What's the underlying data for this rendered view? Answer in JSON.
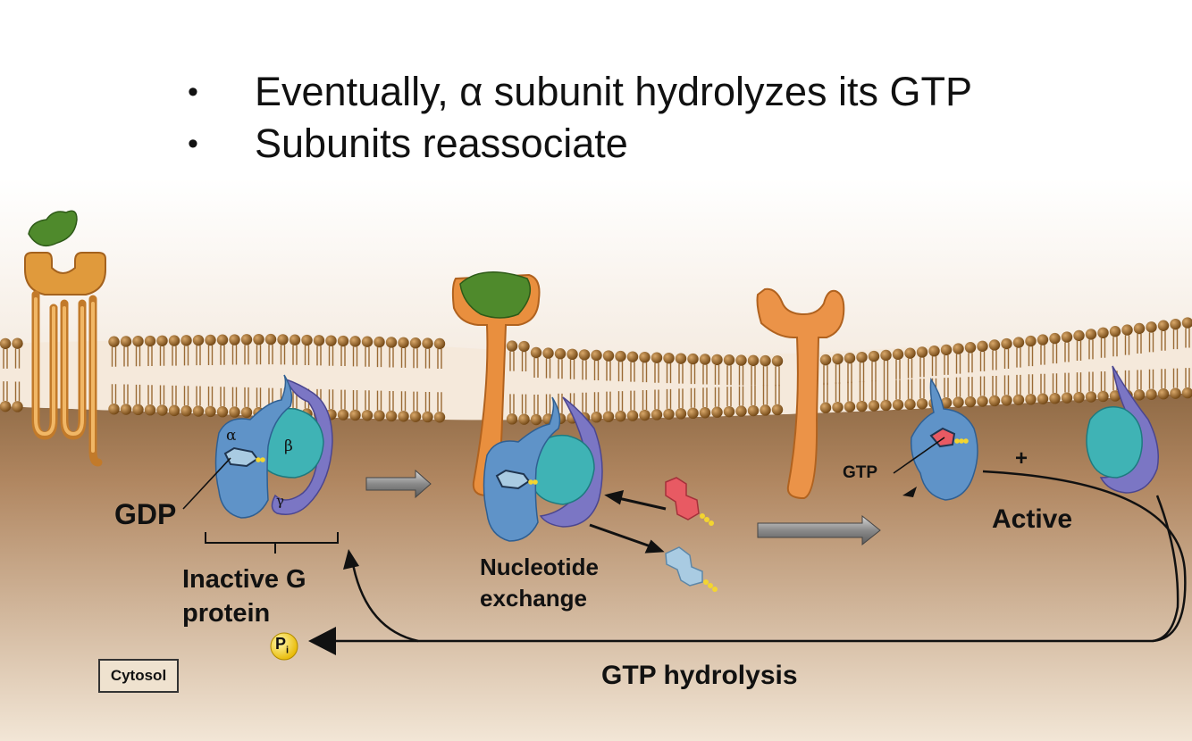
{
  "bullets": [
    "Eventually, α subunit hydrolyzes its GTP",
    "Subunits reassociate"
  ],
  "labels": {
    "gdp": "GDP",
    "inactive_line1": "Inactive G",
    "inactive_line2": "protein",
    "nucleotide_line1": "Nucleotide",
    "nucleotide_line2": "exchange",
    "gtp": "GTP",
    "plus": "+",
    "active": "Active",
    "hydrolysis": "GTP hydrolysis",
    "cytosol": "Cytosol",
    "pi_main": "P",
    "pi_sub": "i",
    "alpha": "α",
    "beta": "β",
    "gamma": "γ"
  },
  "colors": {
    "membrane_head": "#8a5a20",
    "membrane_band": "#f3e4d2",
    "cytosol": "#a97d54",
    "receptor": "#e6923c",
    "ligand": "#4f8a2c",
    "alpha_subunit": "#5f93c8",
    "beta_subunit": "#3fb3b5",
    "gamma_subunit": "#7b76c4",
    "gtp_molecule": "#e85a63",
    "gdp_molecule": "#a9cbe2",
    "phosphate": "#f3d530"
  }
}
